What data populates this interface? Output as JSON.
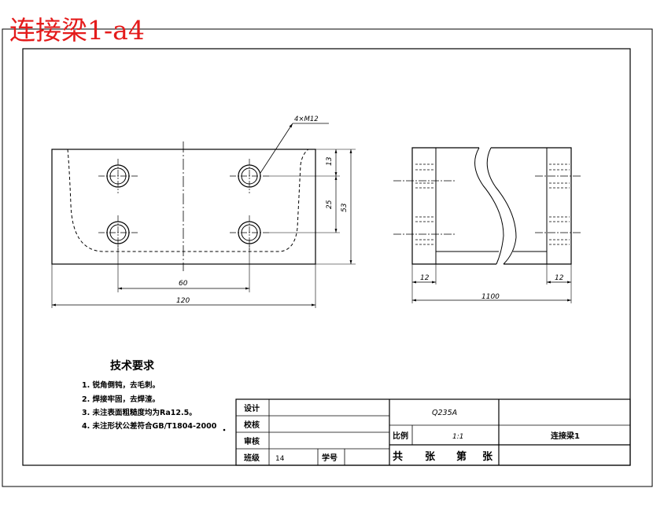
{
  "drawing": {
    "title": "连接梁1-a4"
  },
  "front_view": {
    "hole_callout": "4×M12",
    "dims": {
      "top_offset": "13",
      "hole_pitch_v": "25",
      "height": "53",
      "hole_pitch_h": "60",
      "width": "120"
    }
  },
  "side_view": {
    "dims": {
      "left_flange": "12",
      "right_flange": "12",
      "length": "1100"
    }
  },
  "tech_requirements": {
    "heading": "技术要求",
    "items": [
      "1. 锐角倒钝，去毛刺。",
      "2. 焊接牢固，去焊渣。",
      "3. 未注表面粗糙度均为Ra12.5。",
      "4. 未注形状公差符合GB/T1804-2000"
    ]
  },
  "title_block": {
    "design": "设计",
    "check": "校核",
    "review": "审核",
    "class": "班级",
    "class_value": "14",
    "student_id": "学号",
    "material": "Q235A",
    "scale_label": "比例",
    "scale_value": "1:1",
    "part_name": "连接梁1",
    "sheet_total": "共",
    "sheet_unit1": "张",
    "sheet_no": "第",
    "sheet_unit2": "张"
  }
}
